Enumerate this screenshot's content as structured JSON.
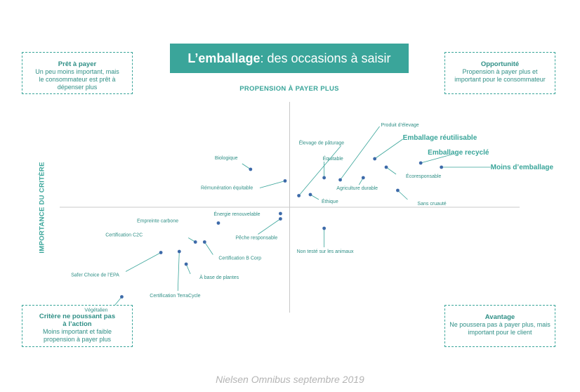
{
  "title": {
    "bold": "L’emballage",
    "rest": " : des occasions à saisir"
  },
  "x_axis_label": "PROPENSION À PAYER PLUS",
  "y_axis_label": "IMPORTANCE DU CRITÈRE",
  "source": "Nielsen Omnibus septembre 2019",
  "quadrants": {
    "top_left": {
      "title": "Prêt à payer",
      "lines": [
        "Un peu moins important, mais",
        "le consommateur est prêt à",
        "dépenser plus"
      ]
    },
    "top_right": {
      "title": "Opportunité",
      "lines": [
        "Propension à payer plus et",
        "important pour le consommateur"
      ]
    },
    "bottom_left": {
      "title": "Critère ne poussant pas",
      "title2": "à l’action",
      "lines": [
        "Moins important et faible",
        "propension à payer plus"
      ]
    },
    "bottom_right": {
      "title": "Avantage",
      "lines": [
        "Ne poussera pas à payer plus, mais",
        "important pour le client"
      ]
    }
  },
  "colors": {
    "accent": "#3aa59a",
    "point": "#3d6aa9",
    "axis": "#c8c8c8",
    "source": "#b4b4b4"
  },
  "chart_data": {
    "type": "scatter",
    "xlabel": "PROPENSION À PAYER PLUS",
    "ylabel": "IMPORTANCE DU CRITÈRE",
    "xlim": [
      -100,
      100
    ],
    "ylim": [
      -100,
      100
    ],
    "grid": false,
    "points": [
      {
        "label": "Moins d’emballage",
        "x": 66,
        "y": 38,
        "highlight": true
      },
      {
        "label": "Emballage recyclé",
        "x": 57,
        "y": 42,
        "highlight": true
      },
      {
        "label": "Emballage réutilisable",
        "x": 37,
        "y": 46,
        "highlight": true
      },
      {
        "label": "Écoresponsable",
        "x": 42,
        "y": 38,
        "highlight": false
      },
      {
        "label": "Sans cruauté",
        "x": 47,
        "y": 16,
        "highlight": false
      },
      {
        "label": "Produit d’élevage",
        "x": 22,
        "y": 26,
        "highlight": false
      },
      {
        "label": "Élevage de pâturage",
        "x": 4,
        "y": 11,
        "highlight": false
      },
      {
        "label": "Équitable",
        "x": 15,
        "y": 28,
        "highlight": false
      },
      {
        "label": "Agriculture durable",
        "x": 32,
        "y": 28,
        "highlight": false
      },
      {
        "label": "Éthique",
        "x": 9,
        "y": 12,
        "highlight": false
      },
      {
        "label": "Biologique",
        "x": -17,
        "y": 36,
        "highlight": false
      },
      {
        "label": "Rémunération équitable",
        "x": -2,
        "y": 25,
        "highlight": false
      },
      {
        "label": "Énergie renouvelable",
        "x": -4,
        "y": -6,
        "highlight": false
      },
      {
        "label": "Pêche responsable",
        "x": -4,
        "y": -11,
        "highlight": false
      },
      {
        "label": "Empreinte carbone",
        "x": -31,
        "y": -15,
        "highlight": false
      },
      {
        "label": "Certification C2C",
        "x": -41,
        "y": -33,
        "highlight": false
      },
      {
        "label": "Certification B Corp",
        "x": -37,
        "y": -33,
        "highlight": false
      },
      {
        "label": "Non testé sur les animaux",
        "x": 15,
        "y": -20,
        "highlight": false
      },
      {
        "label": "Safer Choice de l’EPA",
        "x": -56,
        "y": -43,
        "highlight": false
      },
      {
        "label": "Certification TerraCycle",
        "x": -48,
        "y": -42,
        "highlight": false
      },
      {
        "label": "À base de plantes",
        "x": -45,
        "y": -54,
        "highlight": false
      },
      {
        "label": "Végétalien",
        "x": -73,
        "y": -85,
        "highlight": false
      }
    ]
  }
}
